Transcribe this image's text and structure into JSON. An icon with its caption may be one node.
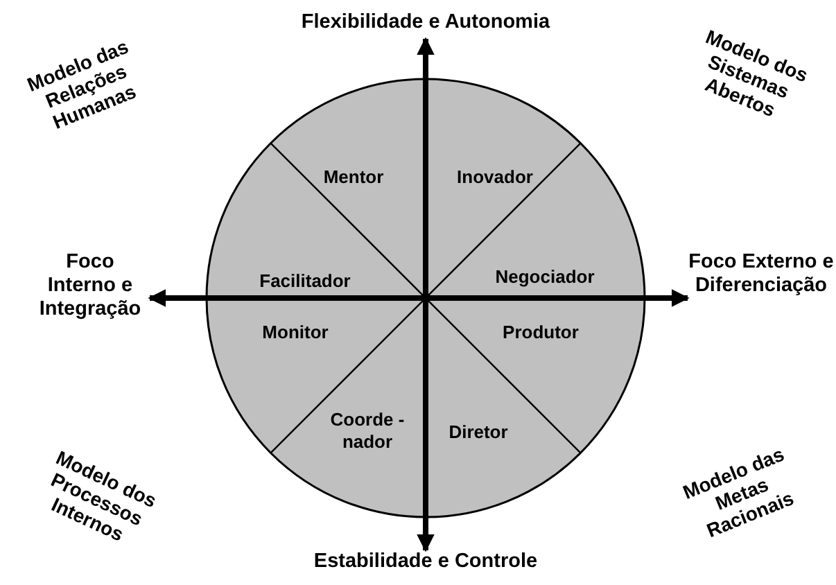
{
  "diagram": {
    "nodes": [
      {
        "text": [
          "Flexibilidade e Autonomia"
        ]
      },
      {
        "text": [
          "Foco Interno e Integração"
        ]
      },
      {
        "text": [
          "Foco Externo e Diferenciação"
        ]
      },
      {
        "text": [
          "Estabilidade e Controle"
        ]
      }
    ],
    "edges": [
      {
        "from": 3,
        "to": 0,
        "arrow": "both"
      },
      {
        "from": 1,
        "to": 2,
        "arrow": "both"
      }
    ],
    "labels": [
      "Modelo das Relações Humanas",
      "Modelo dos Sistemas Abertos",
      "Mentor",
      "Inovador",
      "Facilitador",
      "Negociador",
      "Monitor",
      "Produtor",
      "Coorde - nador",
      "Diretor",
      "Modelo dos Processos Internos",
      "Modelo das Metas Racionais"
    ]
  }
}
